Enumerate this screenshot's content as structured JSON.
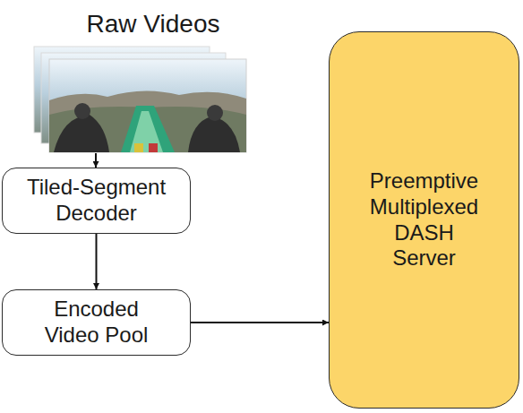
{
  "diagram": {
    "nodes": [
      {
        "text": [
          "Tiled-Segment Decoder"
        ]
      },
      {
        "text": [
          "Encoded Video Pool"
        ]
      },
      {
        "text": [
          "Preemptive Multiplexed DASH Server"
        ]
      }
    ],
    "edges": [
      {
        "from": 0,
        "to": 1,
        "arrow": "to"
      },
      {
        "from": 1,
        "to": 2,
        "arrow": "to"
      }
    ],
    "labels": [
      "Raw Videos"
    ]
  }
}
